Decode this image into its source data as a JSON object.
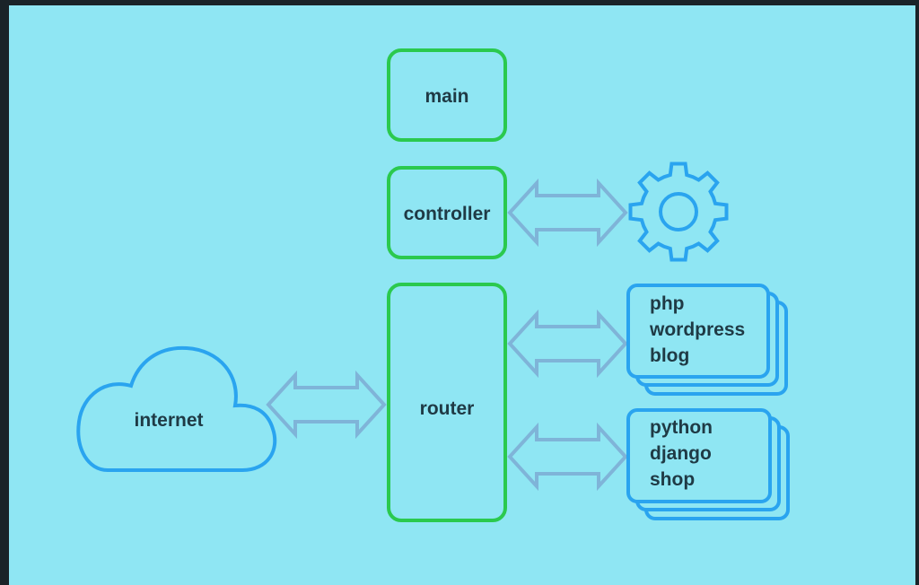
{
  "nodes": {
    "main": "main",
    "controller": "controller",
    "router": "router",
    "internet": "internet"
  },
  "stacks": {
    "php": [
      "php",
      "wordpress",
      "blog"
    ],
    "python": [
      "python",
      "django",
      "shop"
    ]
  },
  "icons": {
    "settings": "gear-icon",
    "cloud": "cloud-icon",
    "arrows": "double-arrow-icon"
  },
  "colors": {
    "background": "#8fe6f3",
    "box_green": "#2bc94e",
    "blue": "#2aa4ef",
    "arrow": "#7fb4d8",
    "text": "#1f3a45"
  }
}
